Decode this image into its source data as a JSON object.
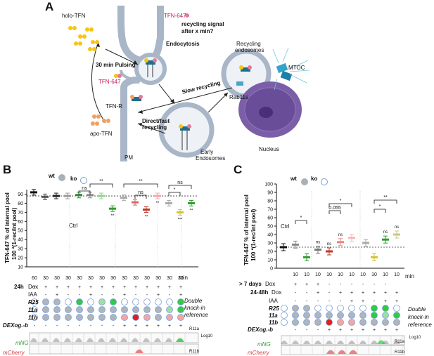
{
  "panelA": {
    "letter": "A",
    "labels": {
      "holo": "holo-TFN",
      "tfn647": "TFN-647",
      "recycling_q1": "recycling signal",
      "recycling_q2": "after x min?",
      "endocytosis": "Endocytosis",
      "pulsing": "30 min Pulsing",
      "tfn647b": "TFN-647",
      "tfnr": "TFN-R",
      "apo": "apo-TFN",
      "pm": "PM",
      "recycling_endo1": "Recycling",
      "recycling_endo2": "endosomes",
      "mtoc": "MTOC",
      "slow": "Slow recycling",
      "rab11": "Rab11s",
      "direct1": "Direct/fast",
      "direct2": "recycling",
      "early1": "Early",
      "early2": "Endosomes",
      "nucleus": "Nucleus"
    }
  },
  "panelB": {
    "letter": "B",
    "wt": "wt",
    "ko": "ko",
    "ylabel1": "TFN-647 % of internal pool",
    "ylabel2": "100 *(1-rec/int pool)",
    "ctrl": "Ctrl",
    "min": "min",
    "h24": "24h",
    "dox": "Dox",
    "iaa": "IAA",
    "r25": "R25",
    "r11a": "11a",
    "r11b": "11b",
    "dexog": "DEXog.-b",
    "dko1": "Double",
    "dko2": "knock-in",
    "dko3": "reference",
    "mng": "mNG",
    "mcherry": "mCherry",
    "r11a_tag": "R11a",
    "r11b_tag": "R11b",
    "log10": "Log10",
    "times": [
      "60",
      "30",
      "30",
      "30",
      "30",
      "30",
      "30",
      "30",
      "30",
      "30",
      "30",
      "30",
      "30",
      "30"
    ],
    "dox_row": [
      "+",
      "+",
      "+",
      "+",
      "+",
      "+",
      "+",
      "+",
      "+",
      "+",
      "+",
      "+",
      "+",
      "+"
    ],
    "iaa_row": [
      "-",
      "-",
      "+",
      "-",
      "-",
      "+",
      "-",
      "-",
      "+",
      "-",
      "-",
      "+",
      "-",
      "+"
    ],
    "dexog_row": [
      "-",
      "-",
      "-",
      "-",
      "-",
      "-",
      "-",
      "-",
      "+",
      "+",
      "+",
      "+",
      "+",
      "+"
    ],
    "sig": [
      "ns",
      "**",
      "**",
      "ns",
      "ns",
      "**",
      "**",
      "**",
      "***",
      "**",
      "*"
    ]
  },
  "panelC": {
    "letter": "C",
    "wt": "wt",
    "ko": "ko",
    "ylabel1": "TFN-647 % of internal pool",
    "ylabel2": "100 *(1-rec/int pool)",
    "ctrl": "Ctrl",
    "min": "min",
    "d7": "> 7 days",
    "h2448": "24-48h",
    "dox": "Dox",
    "iaa": "IAA",
    "r25": "R25",
    "r11a": "11a",
    "r11b": "11b",
    "dexog": "DEXog.-b",
    "dko1": "Double",
    "dko2": "knock-in",
    "dko3": "reference",
    "mng": "mNG",
    "mcherry": "mCherry",
    "r11a_tag": "R11a",
    "r11b_tag": "R11b",
    "log10": "Log10",
    "times": [
      "10",
      "10",
      "10",
      "10",
      "10",
      "10",
      "10",
      "10",
      "10",
      "10"
    ],
    "d7_row": [
      "",
      "+",
      "+",
      "+",
      "-",
      "-",
      "-",
      "-",
      "-",
      "-"
    ],
    "dox_row": [
      "-",
      "-",
      "+",
      "-",
      "+",
      "+",
      "+",
      "+",
      "+",
      "+"
    ],
    "iaa_row": [
      "-",
      "-",
      "-",
      "-",
      "-",
      "+",
      "+",
      "-",
      "+",
      "+"
    ],
    "dexog_row": [
      "-",
      "-",
      "-",
      "+",
      "+",
      "+",
      "+",
      "+",
      "+",
      "+"
    ],
    "sig": [
      "*",
      "*",
      "0.055",
      "ns",
      "*",
      "**",
      "*",
      "ns",
      "ns"
    ]
  },
  "chart_data": [
    {
      "type": "scatter",
      "title": "",
      "ylabel": "TFN-647 % of internal pool 100 *(1-rec/int pool)",
      "ylim": [
        10,
        95
      ],
      "yticks": [
        10,
        20,
        30,
        40,
        50,
        60,
        70,
        80,
        90
      ],
      "x": [
        "60",
        "30",
        "30",
        "30",
        "30",
        "30",
        "30",
        "30",
        "30",
        "30",
        "30",
        "30",
        "30",
        "30"
      ],
      "values": [
        92,
        87,
        88,
        88,
        89,
        89,
        88,
        74,
        86,
        81,
        73,
        88,
        80,
        70,
        80
      ],
      "colors": [
        "#111111",
        "#555555",
        "#222222",
        "#999999",
        "#2e8b2e",
        "#888888",
        "#8fd18f",
        "#2e9e2e",
        "#aaaaaa",
        "#e06666",
        "#c0392b",
        "#f4a6a6",
        "#aaaaaa",
        "#d4c235",
        "#2e9e2e"
      ]
    },
    {
      "type": "scatter",
      "title": "",
      "ylabel": "TFN-647 % of internal pool 100 *(1-rec/int pool)",
      "ylim": [
        0,
        100
      ],
      "yticks": [
        0,
        10,
        20,
        30,
        40,
        50,
        60,
        70,
        80,
        90,
        100
      ],
      "x": [
        "10",
        "10",
        "10",
        "10",
        "10",
        "10",
        "10",
        "10",
        "10",
        "10",
        "10",
        "10"
      ],
      "values": [
        25,
        28,
        13,
        22,
        20,
        31,
        36,
        30,
        13,
        34,
        40
      ],
      "colors": [
        "#111111",
        "#888888",
        "#2e9e2e",
        "#777777",
        "#c0392b",
        "#f08080",
        "#f4b6b6",
        "#aaaaaa",
        "#d4c235",
        "#2e9e2e",
        "#c8c88a"
      ]
    }
  ]
}
